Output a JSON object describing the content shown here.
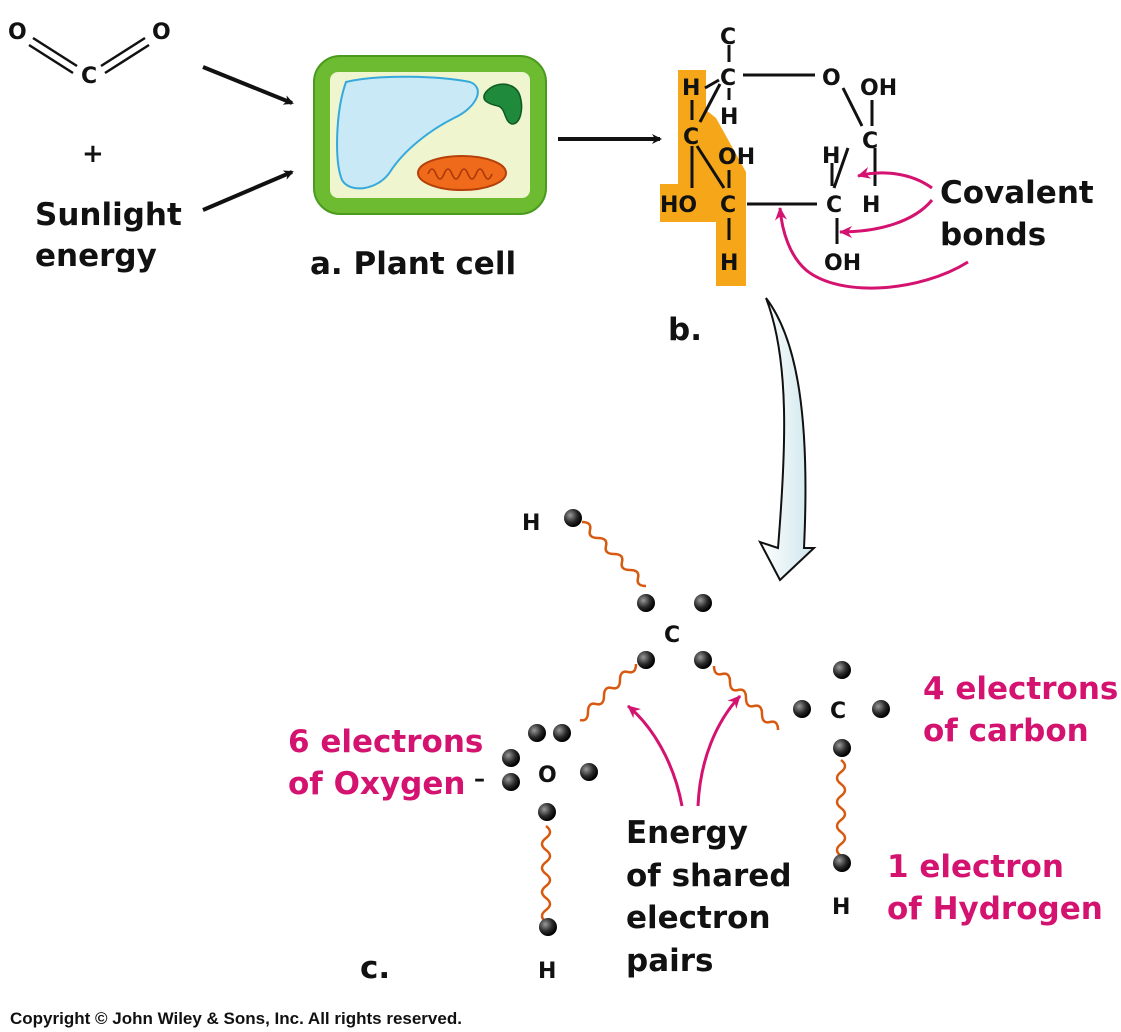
{
  "colors": {
    "highlight": "#f5a619",
    "magenta": "#d4126f",
    "cell_wall": "#6dbb31",
    "cytoplasm": "#eef5cf",
    "vacuole": "#c9e9f7",
    "chloroplast": "#1f8a3b",
    "mitochondrion": "#ef6a1b",
    "bond_wave": "#d85a10",
    "down_arrow": "#d8eef2"
  },
  "panel_a": {
    "co2": {
      "left_o": "O",
      "c": "C",
      "right_o": "O"
    },
    "plus": "+",
    "sunlight_line1": "Sunlight",
    "sunlight_line2": "energy",
    "label": "a. Plant cell"
  },
  "panel_b": {
    "label": "b.",
    "callout_line1": "Covalent",
    "callout_line2": "bonds",
    "atoms": {
      "top_c": "C",
      "c1": "C",
      "ring_o": "O",
      "oh_top": "OH",
      "h_highlight": "H",
      "h_under_c1": "H",
      "c_right": "C",
      "c_highlight": "C",
      "oh_mid": "OH",
      "h_right_upper": "H",
      "ho_highlight": "HO",
      "c_lower": "C",
      "c_right_lower": "C",
      "h_right_lower": "H",
      "h_bottom": "H",
      "oh_bottom": "OH"
    }
  },
  "panel_c": {
    "label": "c.",
    "atoms": {
      "h_top": "H",
      "c_center": "C",
      "c_right": "C",
      "o_left": "O",
      "h_bottom_left": "H",
      "h_bottom_right": "H"
    },
    "dash": "–",
    "oxygen_line1": "6 electrons",
    "oxygen_line2": "of Oxygen",
    "carbon_line1": "4 electrons",
    "carbon_line2": "of carbon",
    "hydrogen_line1": "1 electron",
    "hydrogen_line2": "of Hydrogen",
    "energy_lines": [
      "Energy",
      "of shared",
      "electron",
      "pairs"
    ]
  },
  "copyright": "Copyright © John Wiley & Sons, Inc. All rights reserved."
}
